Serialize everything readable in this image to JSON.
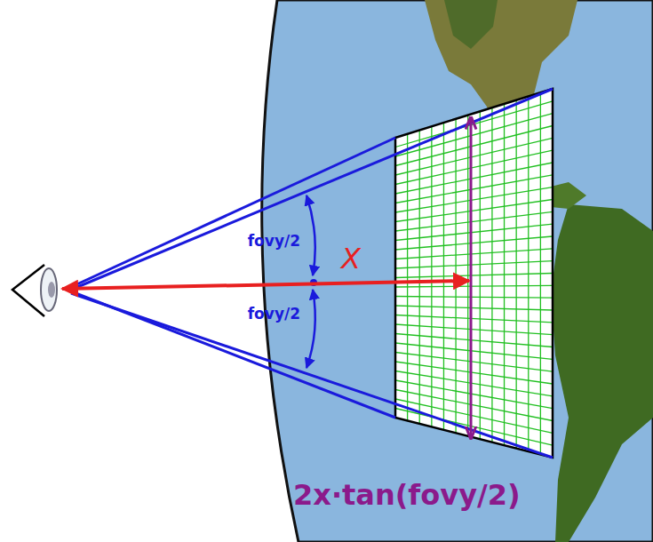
{
  "diagram": {
    "labels": [
      "fovy/2",
      "fovy/2",
      "X",
      "2x·tan(fovy/2)"
    ]
  }
}
